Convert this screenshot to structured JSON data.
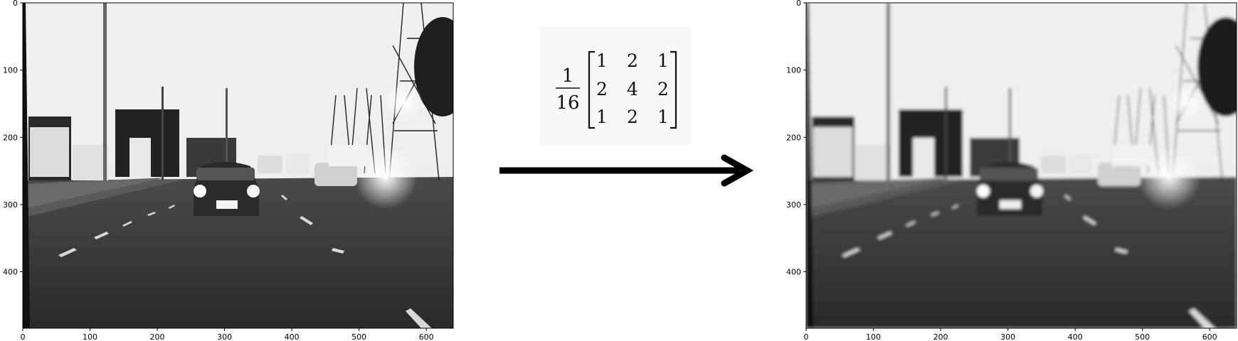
{
  "left_plot": {
    "x_ticks": [
      "0",
      "100",
      "200",
      "300",
      "400",
      "500",
      "600"
    ],
    "y_ticks": [
      "0",
      "100",
      "200",
      "300",
      "400"
    ]
  },
  "right_plot": {
    "x_ticks": [
      "0",
      "100",
      "200",
      "300",
      "400",
      "500",
      "600"
    ],
    "y_ticks": [
      "0",
      "100",
      "200",
      "300",
      "400"
    ]
  },
  "kernel": {
    "numerator": "1",
    "denominator": "16",
    "matrix": [
      [
        "1",
        "2",
        "1"
      ],
      [
        "2",
        "4",
        "2"
      ],
      [
        "1",
        "2",
        "1"
      ]
    ]
  },
  "arrow_icon": "right-arrow-icon"
}
